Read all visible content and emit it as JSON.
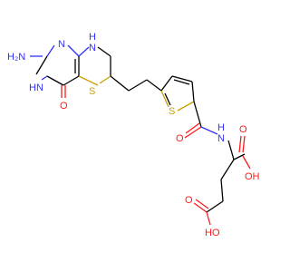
{
  "colors": {
    "carbon_bond": "#000000",
    "nitrogen": "#3030ff",
    "oxygen": "#ff1a1a",
    "sulfur": "#c8a000",
    "background": "#ffffff"
  },
  "atom_labels": {
    "amino": "H₂N",
    "ring_NH_top": "N",
    "ring_NH_top_h": "H",
    "ring_N_pyrimidine": "N",
    "ring_N_left_h": "H",
    "ring_N_left": "N",
    "ring_S_thiazine": "S",
    "carbonyl_O_ring": "O",
    "thiophene_S": "S",
    "amide_NH": "H",
    "amide_N": "N",
    "amide_O": "O",
    "acid1_O": "O",
    "acid1_OH": "OH",
    "acid2_O": "O",
    "acid2_HO": "HO"
  }
}
